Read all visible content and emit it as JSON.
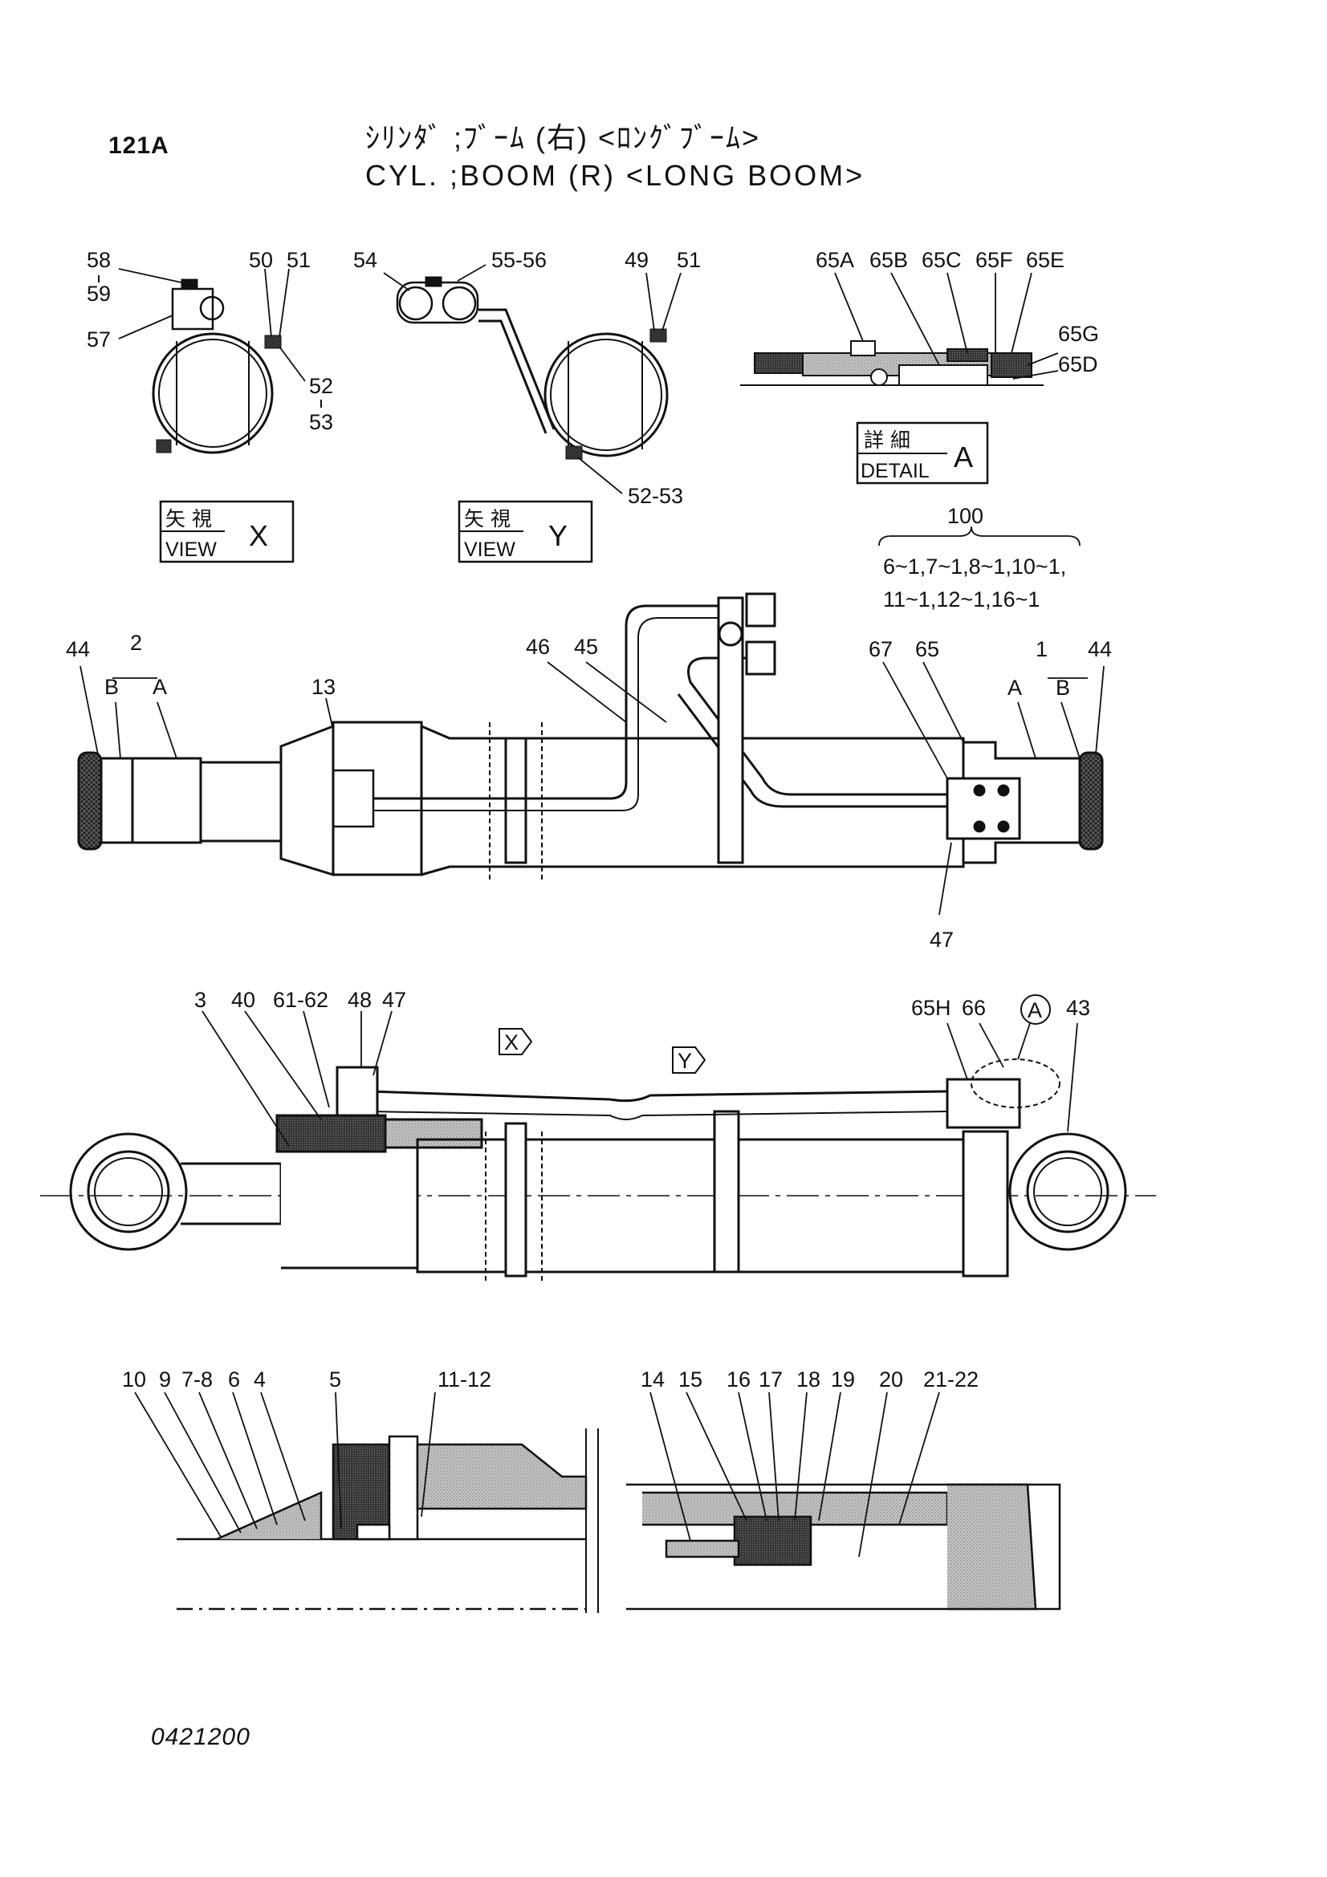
{
  "header": {
    "page_number": "121A",
    "title_jp": "ｼﾘﾝﾀﾞ ;ﾌﾞｰﾑ (右) <ﾛﾝｸﾞﾌﾞｰﾑ>",
    "title_en": "CYL. ;BOOM (R) <LONG BOOM>"
  },
  "view_x": {
    "box": {
      "jp": "矢 視",
      "en": "VIEW",
      "letter": "X"
    },
    "callouts": [
      "58",
      "59",
      "57",
      "50",
      "51",
      "52",
      "53"
    ]
  },
  "view_y": {
    "box": {
      "jp": "矢 視",
      "en": "VIEW",
      "letter": "Y"
    },
    "callouts": [
      "54",
      "55-56",
      "49",
      "51",
      "52-53"
    ]
  },
  "detail_a": {
    "box": {
      "jp": "詳 細",
      "en": "DETAIL",
      "letter": "A"
    },
    "callouts": [
      "65A",
      "65B",
      "65C",
      "65F",
      "65E",
      "65G",
      "65D"
    ]
  },
  "kit": {
    "number": "100",
    "line1": "6~1,7~1,8~1,10~1,",
    "line2": "11~1,12~1,16~1"
  },
  "top_view": {
    "callouts": [
      "44",
      "2",
      "B",
      "A",
      "13",
      "46",
      "45",
      "67",
      "65",
      "1",
      "A",
      "B",
      "44",
      "47"
    ]
  },
  "side_view": {
    "callouts": [
      "3",
      "40",
      "61-62",
      "48",
      "47",
      "65H",
      "66",
      "A",
      "43"
    ],
    "view_arrows": [
      "X",
      "Y"
    ]
  },
  "section_view": {
    "callouts": [
      "10",
      "9",
      "7-8",
      "6",
      "4",
      "5",
      "11-12",
      "14",
      "15",
      "16",
      "17",
      "18",
      "19",
      "20",
      "21-22"
    ]
  },
  "footer": {
    "drawing_number": "0421200"
  }
}
